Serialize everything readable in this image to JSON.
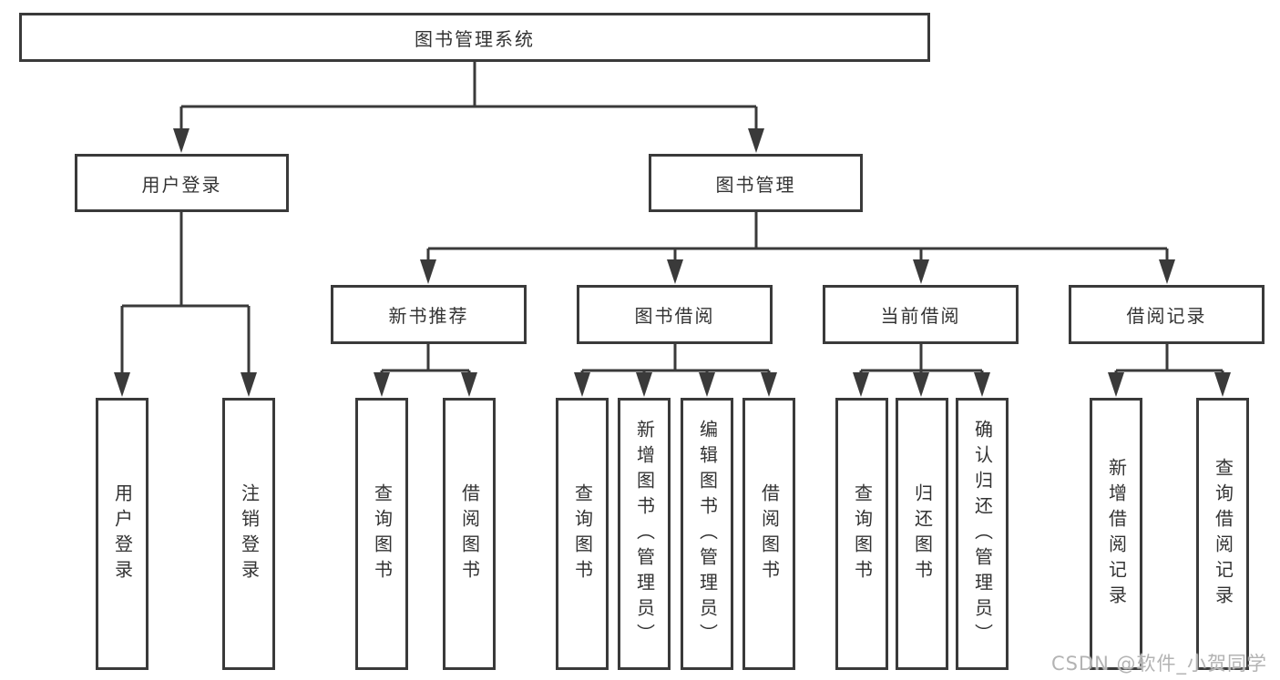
{
  "org_chart": {
    "root": "图书管理系统",
    "branches": [
      {
        "label": "用户登录",
        "children": [
          "用户登录",
          "注销登录"
        ]
      },
      {
        "label": "图书管理",
        "groups": [
          {
            "label": "新书推荐",
            "children": [
              "查询图书",
              "借阅图书"
            ]
          },
          {
            "label": "图书借阅",
            "children": [
              "查询图书",
              "新增图书（管理员）",
              "编辑图书（管理员）",
              "借阅图书"
            ]
          },
          {
            "label": "当前借阅",
            "children": [
              "查询图书",
              "归还图书",
              "确认归还（管理员）"
            ]
          },
          {
            "label": "借阅记录",
            "children": [
              "新增借阅记录",
              "查询借阅记录"
            ]
          }
        ]
      }
    ]
  },
  "colors": {
    "line": "#3a3a3a",
    "text": "#333333",
    "watermark": "#b3b3b3",
    "background": "#ffffff"
  },
  "watermark": {
    "text": "CSDN @软件_小贺同学"
  }
}
